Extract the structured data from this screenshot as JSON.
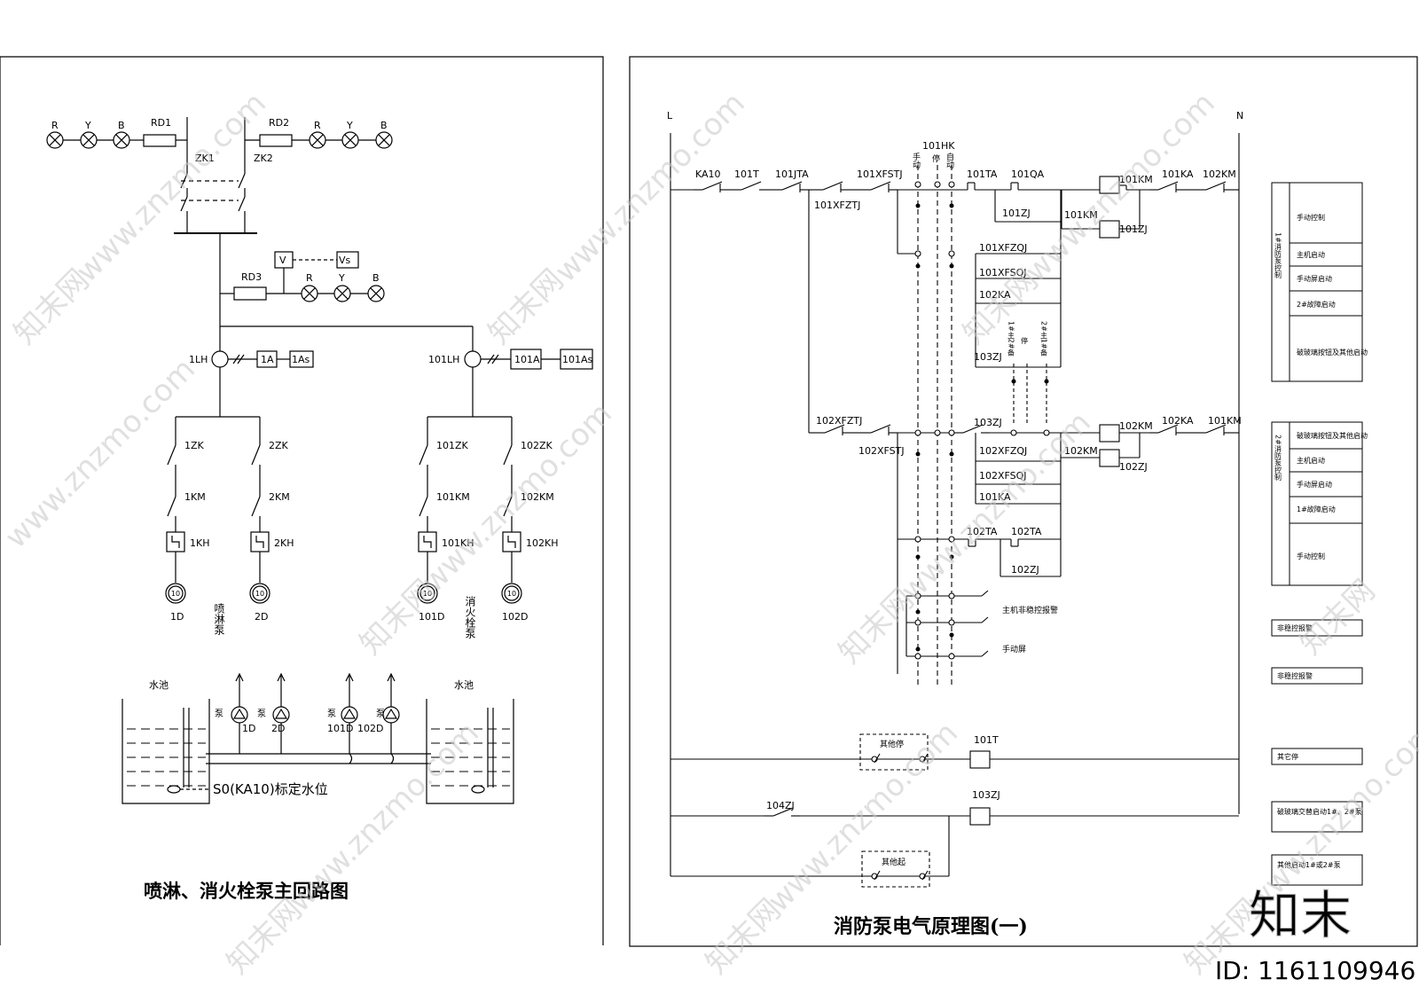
{
  "left_panel": {
    "title": "喷淋、消火栓泵主回路图",
    "lamp_letters": [
      "R",
      "Y",
      "B"
    ],
    "fuses": [
      "RD1",
      "RD2",
      "RD3"
    ],
    "switches": [
      "ZK1",
      "ZK2"
    ],
    "meters": [
      "V",
      "Vs",
      "1A",
      "1As",
      "101A",
      "101As"
    ],
    "current_transformers": [
      "1LH",
      "101LH"
    ],
    "branches": [
      {
        "zk": "1ZK",
        "km": "1KM",
        "kh": "1KH",
        "motor": "1D"
      },
      {
        "zk": "2ZK",
        "km": "2KM",
        "kh": "2KH",
        "motor": "2D"
      },
      {
        "zk": "101ZK",
        "km": "101KM",
        "kh": "101KH",
        "motor": "101D"
      },
      {
        "zk": "102ZK",
        "km": "102KM",
        "kh": "102KH",
        "motor": "102D"
      }
    ],
    "motor_rating": "10",
    "group_labels": [
      "喷淋泵",
      "消火栓泵"
    ],
    "tank_label": "水池",
    "pump_label": "泵",
    "level_label": "S0(KA10)标定水位"
  },
  "right_panel": {
    "title": "消防泵电气原理图(一)",
    "rails": [
      "L",
      "N"
    ],
    "selector": "101HK",
    "selector_positions": [
      "手动",
      "停",
      "自动"
    ],
    "row1": [
      "KA10",
      "101T",
      "101JTA",
      "101XFSTJ",
      "101TA",
      "101QA",
      "101KM",
      "101KA",
      "102KM"
    ],
    "row1_sub": [
      "101XFZTJ",
      "101ZJ",
      "101KM",
      "101ZJ"
    ],
    "mid_contacts": [
      "101XFZQJ",
      "101XFSQJ",
      "102KA",
      "103ZJ"
    ],
    "standby_switch": [
      "1#主2#备",
      "停",
      "2#主1#备"
    ],
    "row2": [
      "102XFZTJ",
      "102XFSTJ",
      "103ZJ",
      "102KM",
      "102KA",
      "101KM"
    ],
    "row2_sub": [
      "102XFZQJ",
      "102XFSQJ",
      "101KA",
      "102KM",
      "102ZJ"
    ],
    "row2_lower": [
      "102TA",
      "102TA",
      "102ZJ"
    ],
    "alarm_labels": [
      "主机非稳控报警",
      "手动屏"
    ],
    "stop_row": {
      "box": "其他停",
      "coil": "101T"
    },
    "start_row": {
      "contact": "104ZJ",
      "coil": "103ZJ",
      "box": "其他起"
    }
  },
  "legend": {
    "group1_title": "1#消防泵控制",
    "group1": [
      "手动控制",
      "主机启动",
      "手动屏启动",
      "2#故障启动",
      "破玻璃按钮及其他启动"
    ],
    "group2_title": "2#消防泵控制",
    "group2": [
      "破玻璃按钮及其他启动",
      "主机启动",
      "手动屏启动",
      "1#故障启动",
      "手动控制"
    ],
    "singles": [
      "非稳控报警",
      "非稳控报警",
      "其它停",
      "破玻璃交替启动1#、2#泵",
      "其他启动1#或2#泵"
    ]
  },
  "watermark": {
    "brand": "知末",
    "site": "www.znzmo.com",
    "site_cn": "知末网",
    "id_text": "ID: 1161109946"
  },
  "colors": {
    "line": "#000000",
    "background": "#ffffff",
    "watermark": "#c8c8c8"
  }
}
